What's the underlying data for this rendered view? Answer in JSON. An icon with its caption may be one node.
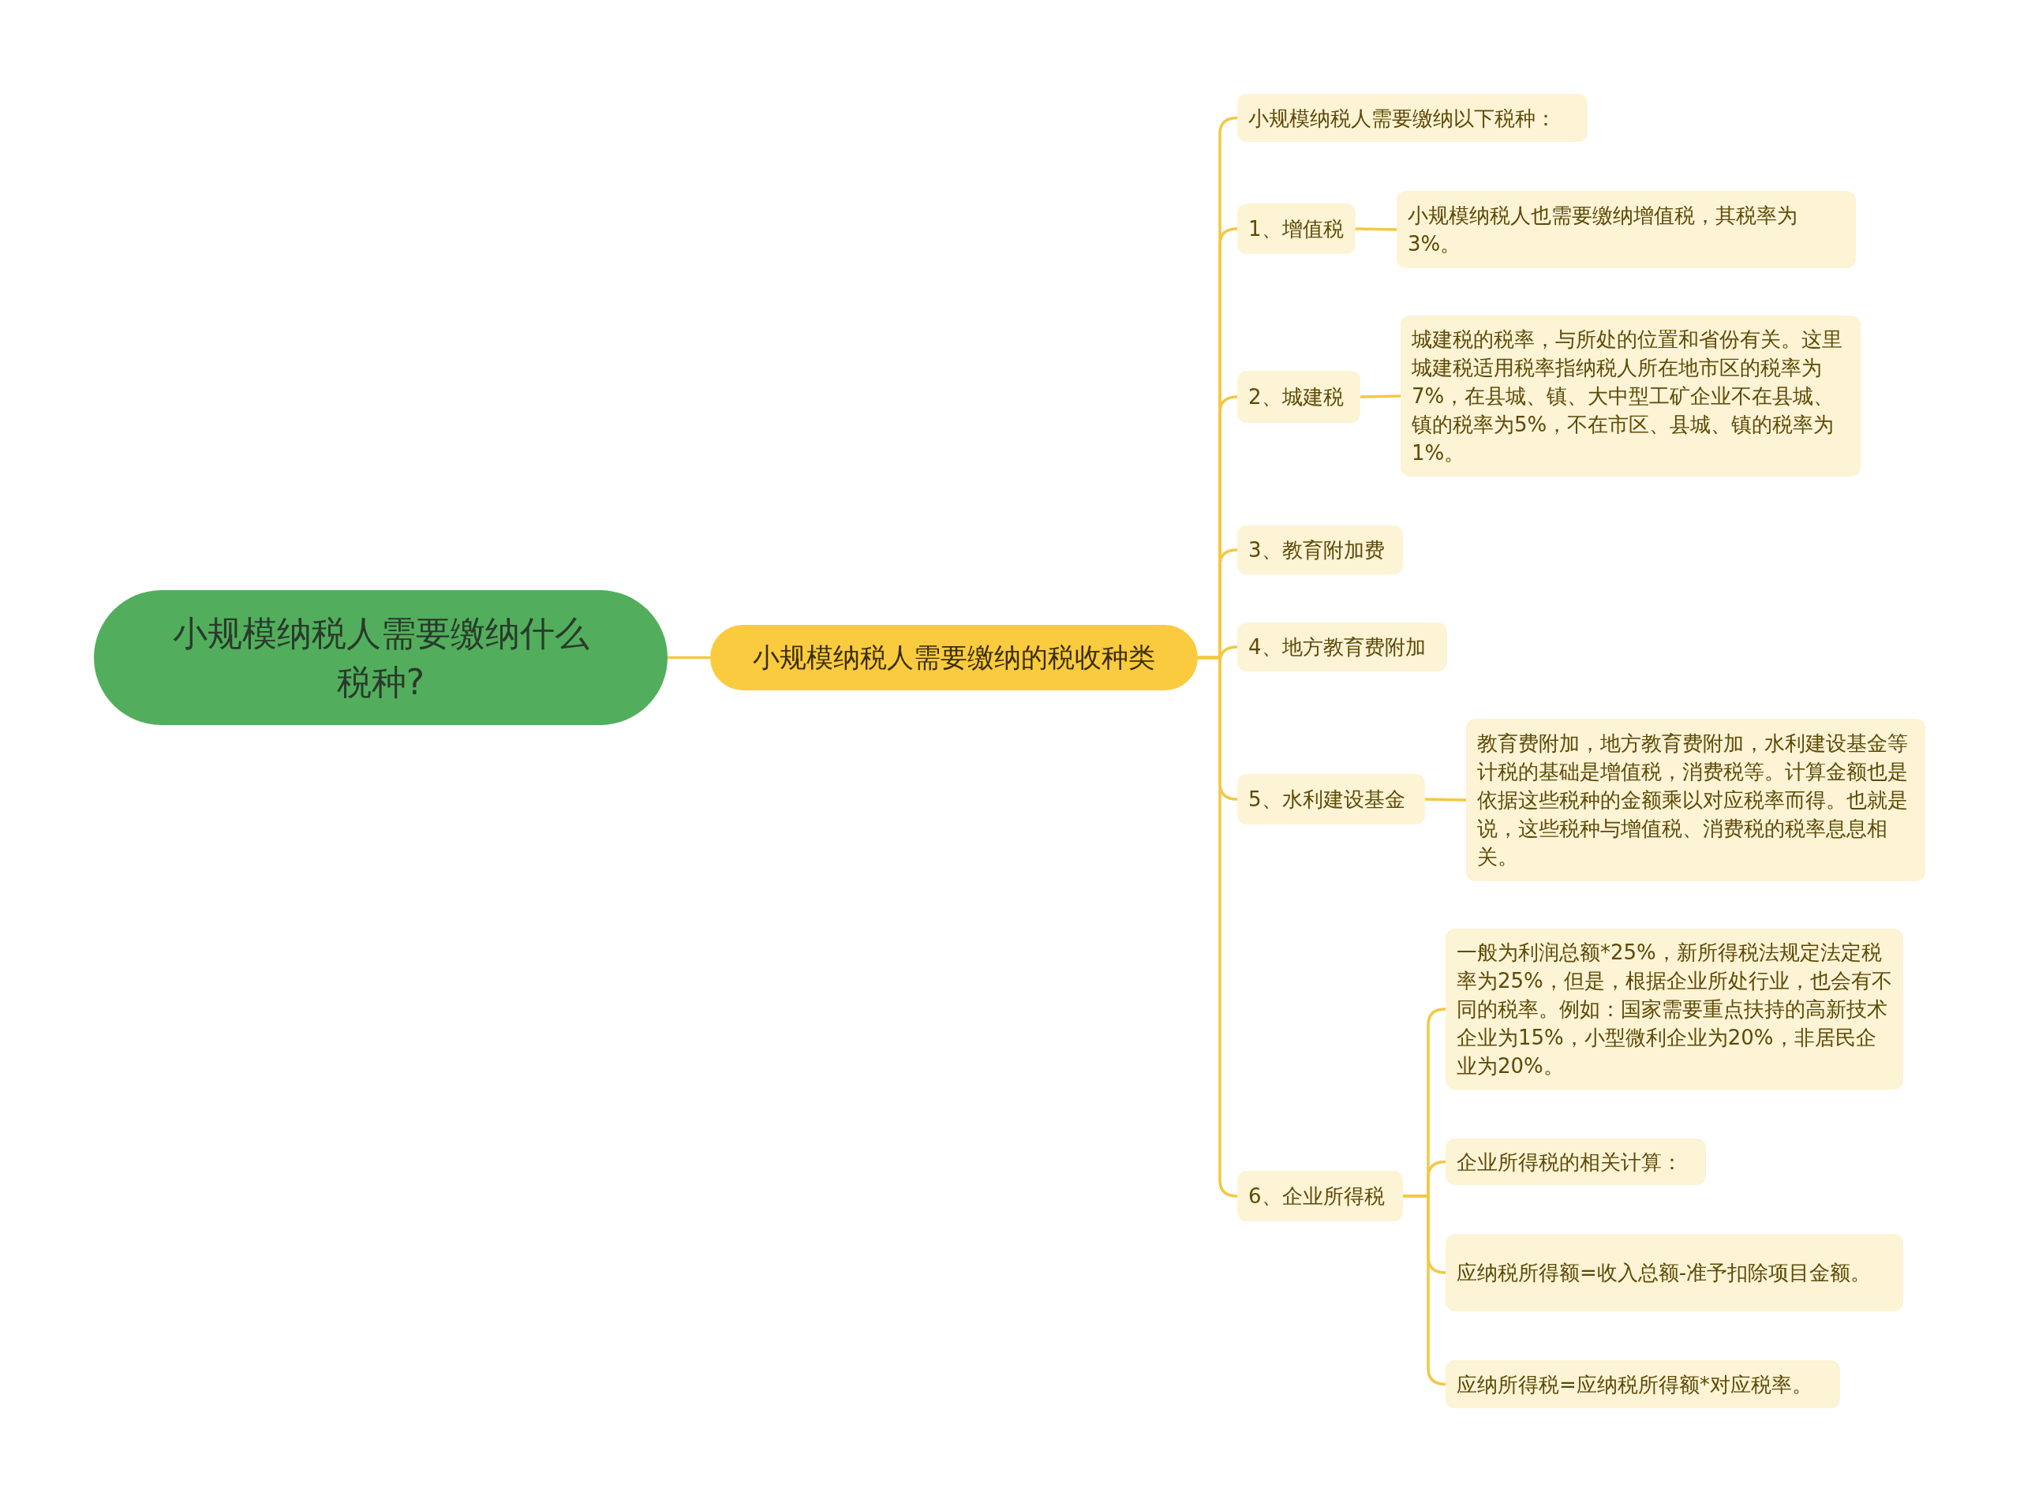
{
  "diagram": {
    "nodes": [
      {
        "text": [
          "小规模纳税人需要缴纳什么税种?"
        ]
      },
      {
        "text": [
          "小规模纳税人需要缴纳的税收种类"
        ]
      },
      {
        "text": [
          "小规模纳税人需要缴纳以下税种："
        ]
      },
      {
        "text": [
          "1、增值税"
        ]
      },
      {
        "text": [
          "小规模纳税人也需要缴纳增值税，其税率为3%。"
        ]
      },
      {
        "text": [
          "2、城建税"
        ]
      },
      {
        "text": [
          "城建税的税率，与所处的位置和省份有关。这里城建税适用税率指纳税人所在地市区的税率为7%，在县城、镇、大中型工矿企业不在县城、镇的税率为5%，不在市区、县城、镇的税率为1%。"
        ]
      },
      {
        "text": [
          "3、教育附加费"
        ]
      },
      {
        "text": [
          "4、地方教育费附加"
        ]
      },
      {
        "text": [
          "5、水利建设基金"
        ]
      },
      {
        "text": [
          "教育费附加，地方教育费附加，水利建设基金等计税的基础是增值税，消费税等。计算金额也是依据这些税种的金额乘以对应税率而得。也就是说，这些税种与增值税、消费税的税率息息相关。"
        ]
      },
      {
        "text": [
          "6、企业所得税"
        ]
      },
      {
        "text": [
          "一般为利润总额*25%，新所得税法规定法定税率为25%，但是，根据企业所处行业，也会有不同的税率。例如：国家需要重点扶持的高新技术企业为15%，小型微利企业为20%，非居民企业为20%。"
        ]
      },
      {
        "text": [
          "企业所得税的相关计算："
        ]
      },
      {
        "text": [
          "应纳税所得额=收入总额-准予扣除项目金额。"
        ]
      },
      {
        "text": [
          "应纳所得税=应纳税所得额*对应税率。"
        ]
      }
    ],
    "edges": [
      {
        "from": 0,
        "to": 1,
        "arrow": "none"
      },
      {
        "from": 1,
        "to": 2,
        "arrow": "none"
      },
      {
        "from": 1,
        "to": 3,
        "arrow": "none"
      },
      {
        "from": 3,
        "to": 4,
        "arrow": "none"
      },
      {
        "from": 1,
        "to": 5,
        "arrow": "none"
      },
      {
        "from": 5,
        "to": 6,
        "arrow": "none"
      },
      {
        "from": 1,
        "to": 7,
        "arrow": "none"
      },
      {
        "from": 1,
        "to": 8,
        "arrow": "none"
      },
      {
        "from": 1,
        "to": 9,
        "arrow": "none"
      },
      {
        "from": 9,
        "to": 10,
        "arrow": "none"
      },
      {
        "from": 1,
        "to": 11,
        "arrow": "none"
      },
      {
        "from": 11,
        "to": 12,
        "arrow": "none"
      },
      {
        "from": 11,
        "to": 13,
        "arrow": "none"
      },
      {
        "from": 11,
        "to": 14,
        "arrow": "none"
      },
      {
        "from": 11,
        "to": 15,
        "arrow": "none"
      }
    ]
  }
}
